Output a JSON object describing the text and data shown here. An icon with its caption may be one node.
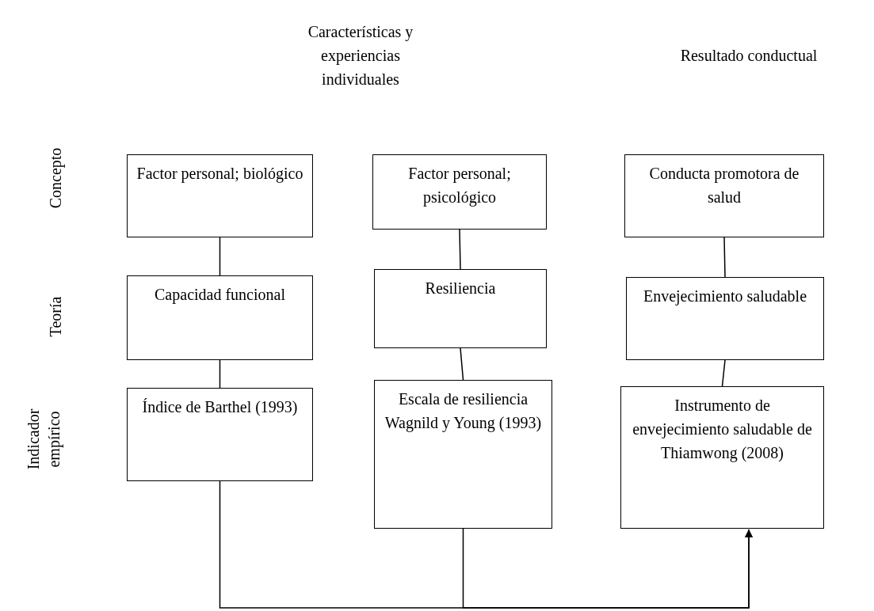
{
  "diagram": {
    "nodes": [
      {
        "text": [
          "Factor personal; biológico"
        ]
      },
      {
        "text": [
          "Factor personal; psicológico"
        ]
      },
      {
        "text": [
          "Conducta promotora de salud"
        ]
      },
      {
        "text": [
          "Capacidad funcional"
        ]
      },
      {
        "text": [
          "Resiliencia"
        ]
      },
      {
        "text": [
          "Envejecimiento saludable"
        ]
      },
      {
        "text": [
          "Índice de Barthel (1993)"
        ]
      },
      {
        "text": [
          "Escala de resiliencia Wagnild y Young (1993)"
        ]
      },
      {
        "text": [
          "Instrumento de envejecimiento saludable de Thiamwong (2008)"
        ]
      }
    ],
    "edges": [
      {
        "from": 0,
        "to": 3,
        "arrow": "none"
      },
      {
        "from": 3,
        "to": 6,
        "arrow": "none"
      },
      {
        "from": 1,
        "to": 4,
        "arrow": "none"
      },
      {
        "from": 4,
        "to": 7,
        "arrow": "none"
      },
      {
        "from": 2,
        "to": 5,
        "arrow": "none"
      },
      {
        "from": 5,
        "to": 8,
        "arrow": "none"
      },
      {
        "from": 6,
        "to": 8,
        "arrow": "to"
      },
      {
        "from": 7,
        "to": 8,
        "arrow": "to"
      }
    ],
    "labels": [
      "Características y experiencias individuales",
      "Resultado conductual",
      "Concepto",
      "Teoría",
      "Indicador empírico"
    ]
  }
}
